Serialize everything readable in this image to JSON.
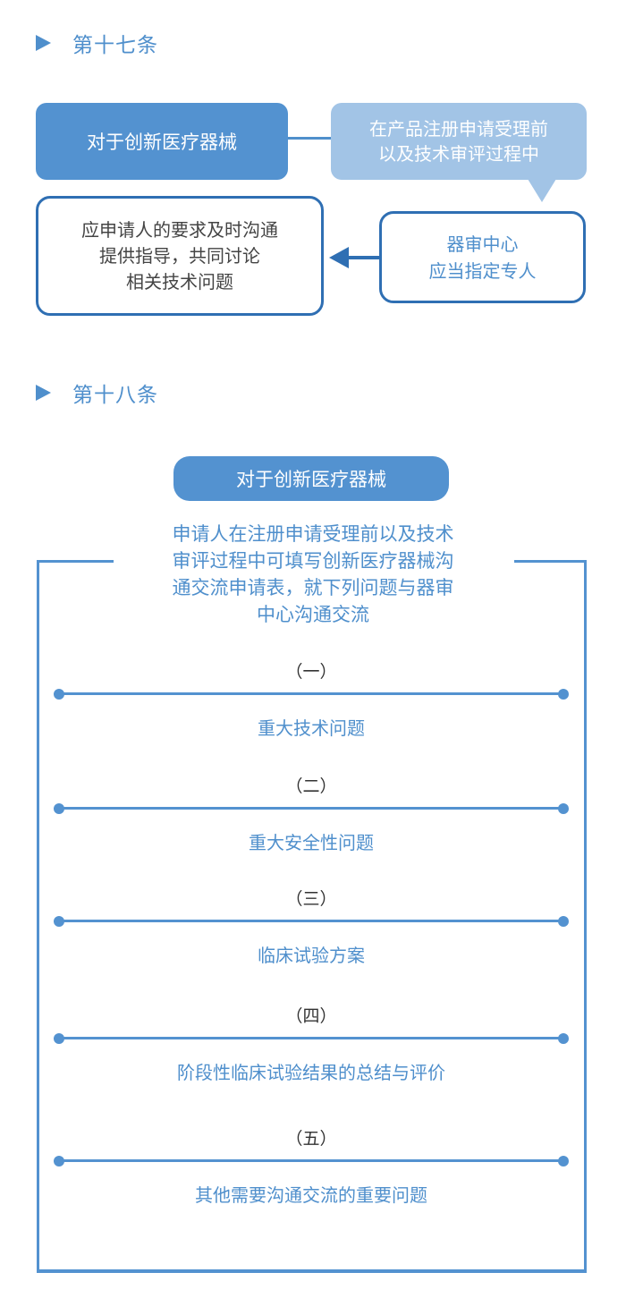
{
  "colors": {
    "primary": "#5392d0",
    "light": "#a2c4e6",
    "dark_border": "#2f6fb3",
    "body_text": "#444444"
  },
  "article17": {
    "heading_icon": "play-triangle-icon",
    "title": "第十七条",
    "subject": "对于创新医疗器械",
    "condition_lines": [
      "在产品注册申请受理前",
      "以及技术审评过程中"
    ],
    "actor_lines": [
      "器审中心",
      "应当指定专人"
    ],
    "action_lines": [
      "应申请人的要求及时沟通",
      "提供指导，共同讨论",
      "相关技术问题"
    ]
  },
  "article18": {
    "heading_icon": "play-triangle-icon",
    "title": "第十八条",
    "subject": "对于创新医疗器械",
    "intro_lines": [
      "申请人在注册申请受理前以及技术",
      "审评过程中可填写创新医疗器械沟",
      "通交流申请表，就下列问题与器审",
      "中心沟通交流"
    ],
    "items": [
      {
        "num": "（一）",
        "text": "重大技术问题"
      },
      {
        "num": "（二）",
        "text": "重大安全性问题"
      },
      {
        "num": "（三）",
        "text": "临床试验方案"
      },
      {
        "num": "（四）",
        "text": "阶段性临床试验结果的总结与评价"
      },
      {
        "num": "（五）",
        "text": "其他需要沟通交流的重要问题"
      }
    ]
  }
}
